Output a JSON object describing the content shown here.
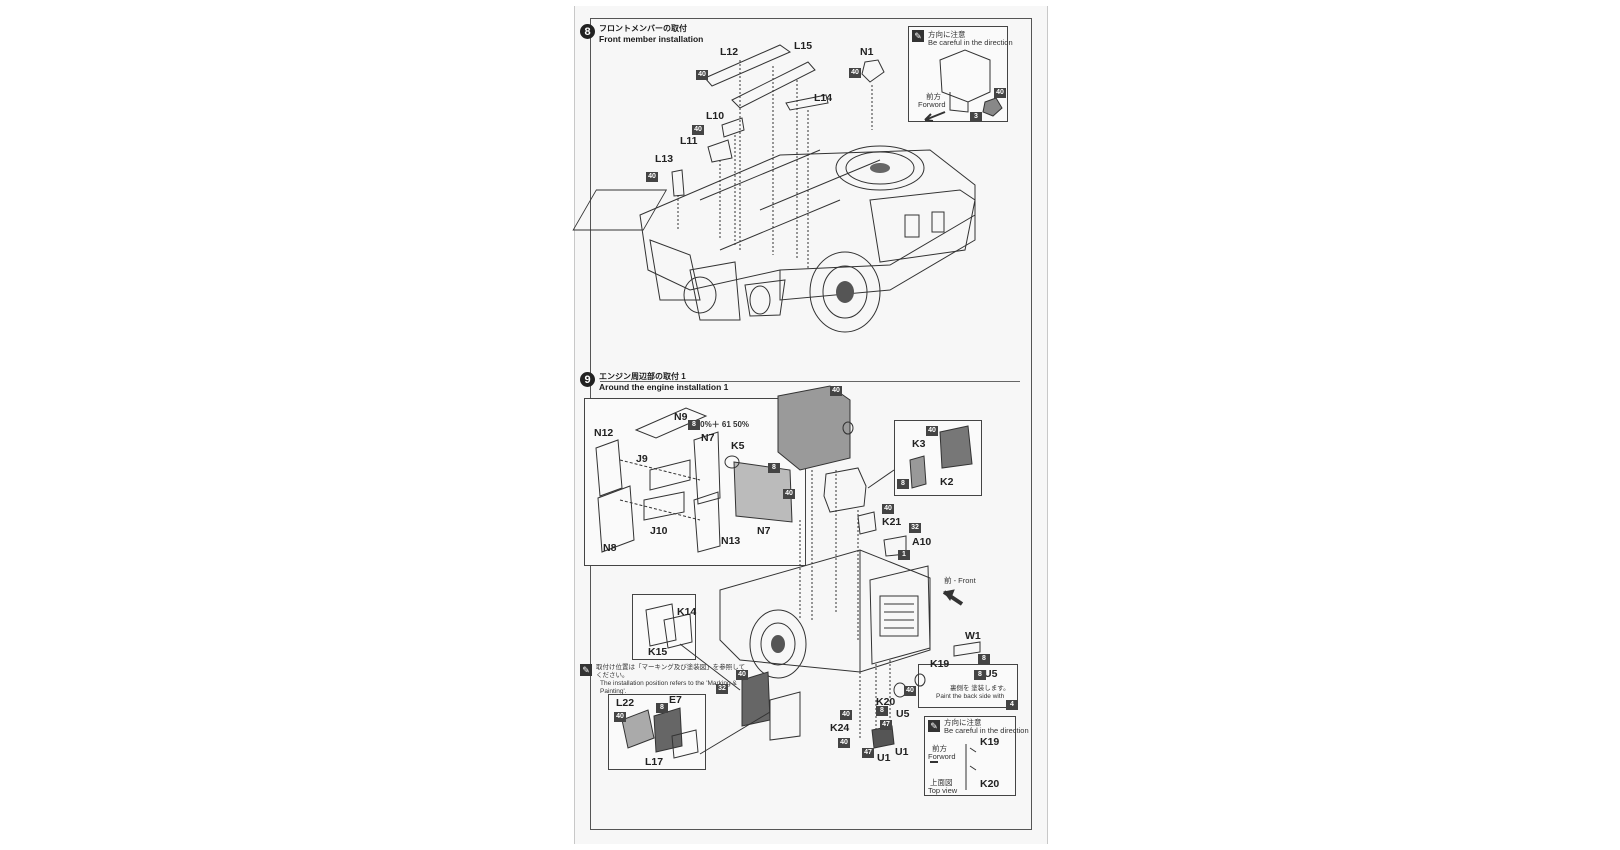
{
  "step8": {
    "number": "8",
    "title_jp": "フロントメンバーの取付",
    "title_en": "Front member installation",
    "parts": [
      "L12",
      "L15",
      "N1",
      "L14",
      "L10",
      "L11",
      "L13"
    ],
    "note": {
      "jp": "方向に注意",
      "en": "Be careful in the direction",
      "forward_jp": "前方",
      "forward_en": "Forword",
      "part": "3"
    }
  },
  "step9": {
    "number": "9",
    "title_jp": "エンジン周辺部の取付 1",
    "title_en": "Around the engine installation 1",
    "subbox_parts": [
      "N9",
      "N12",
      "N7",
      "K5",
      "J9",
      "N8",
      "J10",
      "N13",
      "N7"
    ],
    "paint_mix": "8 50%＋ 61 50%",
    "parts": [
      "K21",
      "A10",
      "K3",
      "K2",
      "K14",
      "K15",
      "W1",
      "K19",
      "U5",
      "K20",
      "U5",
      "K24",
      "U1",
      "U1",
      "L22",
      "E7",
      "L17"
    ],
    "front_label": "前 - Front",
    "note_marking": {
      "jp": "取付け位置は「マーキング及び塗装図」を参照してください。",
      "en": "The installation position refers to the 'Marking & Painting'."
    },
    "note_backside": {
      "jp": "裏側を 塗装します。",
      "en": "Paint the back side with"
    },
    "note_direction": {
      "jp": "方向に注意",
      "en": "Be careful in the direction",
      "forward_jp": "前方",
      "forward_en": "Forword",
      "topview_jp": "上面図",
      "topview_en": "Top view",
      "parts": [
        "K19",
        "K20"
      ]
    }
  },
  "paint_codes": [
    "40",
    "40",
    "40",
    "40",
    "40",
    "40",
    "8",
    "40",
    "40",
    "8",
    "40",
    "40",
    "32",
    "1",
    "8",
    "8",
    "8",
    "8",
    "4",
    "32",
    "40",
    "40",
    "40",
    "47",
    "47",
    "40",
    "8"
  ]
}
